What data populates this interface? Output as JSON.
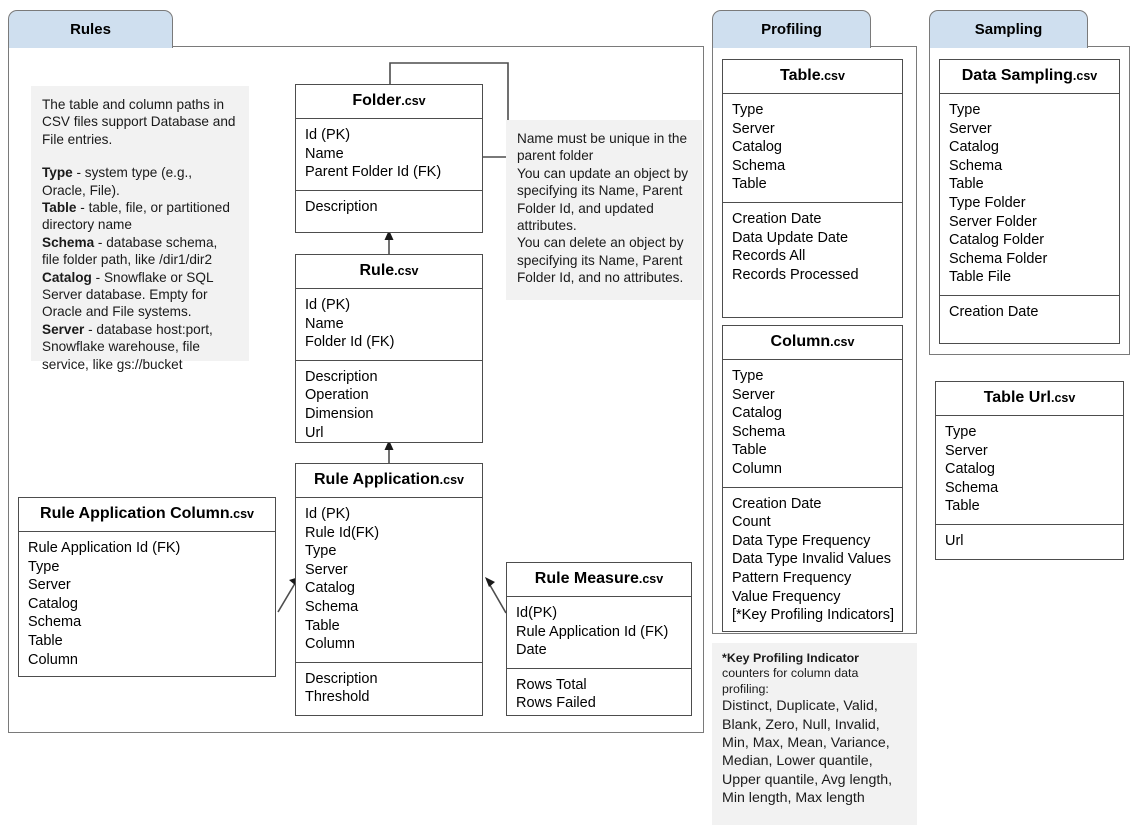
{
  "lanes": [
    {
      "title": "Rules"
    },
    {
      "title": "Profiling"
    },
    {
      "title": "Sampling"
    }
  ],
  "entities": {
    "folder": {
      "title": "Folder",
      "ext": ".csv",
      "keys": [
        "Id (PK)",
        "Name",
        "Parent Folder Id (FK)"
      ],
      "attributes": [
        "Description"
      ]
    },
    "rule": {
      "title": "Rule",
      "ext": ".csv",
      "keys": [
        "Id (PK)",
        "Name",
        "Folder Id (FK)"
      ],
      "attributes": [
        "Description",
        "Operation",
        "Dimension",
        "Url"
      ]
    },
    "rule_application": {
      "title": "Rule Application",
      "ext": ".csv",
      "keys": [
        "Id (PK)",
        "Rule Id(FK)",
        "Type",
        "Server",
        "Catalog",
        "Schema",
        "Table",
        "Column"
      ],
      "attributes": [
        "Description",
        "Threshold"
      ]
    },
    "rule_application_column": {
      "title": "Rule Application Column",
      "ext": ".csv",
      "keys": [
        "Rule Application Id (FK)",
        "Type",
        "Server",
        "Catalog",
        "Schema",
        "Table",
        "Column"
      ]
    },
    "rule_measure": {
      "title": "Rule Measure",
      "ext": ".csv",
      "keys": [
        "Id(PK)",
        "Rule Application Id (FK)",
        "Date"
      ],
      "attributes": [
        "Rows Total",
        "Rows Failed"
      ]
    },
    "table": {
      "title": "Table",
      "ext": ".csv",
      "keys": [
        "Type",
        "Server",
        "Catalog",
        "Schema",
        "Table"
      ],
      "attributes": [
        "Creation Date",
        "Data Update Date",
        "Records All",
        "Records Processed"
      ]
    },
    "column": {
      "title": "Column",
      "ext": ".csv",
      "keys": [
        "Type",
        "Server",
        "Catalog",
        "Schema",
        "Table",
        "Column"
      ],
      "attributes": [
        "Creation Date",
        "Count",
        "Data Type Frequency",
        "Data Type Invalid Values",
        "Pattern Frequency",
        "Value Frequency",
        "[*Key Profiling Indicators]"
      ]
    },
    "data_sampling": {
      "title": "Data Sampling",
      "ext": ".csv",
      "keys": [
        "Type",
        "Server",
        "Catalog",
        "Schema",
        "Table",
        "Type Folder",
        "Server Folder",
        "Catalog Folder",
        "Schema Folder",
        "Table File"
      ],
      "attributes": [
        "Creation Date"
      ]
    },
    "table_url": {
      "title": "Table Url",
      "ext": ".csv",
      "keys": [
        "Type",
        "Server",
        "Catalog",
        "Schema",
        "Table"
      ],
      "attributes": [
        "Url"
      ]
    }
  },
  "notes": {
    "paths": {
      "intro": "The table and column paths in CSV files support  Database and File entries.",
      "terms": [
        {
          "term": "Type",
          "desc": " - system type (e.g., Oracle, File)."
        },
        {
          "term": "Table",
          "desc": " - table, file, or partitioned directory name"
        },
        {
          "term": "Schema",
          "desc": " - database schema, file folder path, like /dir1/dir2"
        },
        {
          "term": "Catalog",
          "desc": " - Snowflake or SQL Server database. Empty for Oracle and File systems."
        },
        {
          "term": "Server",
          "desc": " - database host:port, Snowflake warehouse, file service, like gs://bucket"
        }
      ]
    },
    "folder_rules": {
      "line1": "Name must be unique in the parent folder",
      "line2": "You can update an object by specifying its Name, Parent Folder Id, and updated attributes.",
      "line3": "You can delete an object by specifying its Name, Parent Folder Id, and no attributes."
    },
    "kpi": {
      "heading": "*Key Profiling Indicator",
      "subheading": "counters for column data profiling:",
      "list": "Distinct, Duplicate, Valid, Blank, Zero, Null, Invalid, Min, Max, Mean, Variance, Median, Lower quantile, Upper quantile, Avg length, Min length, Max length"
    }
  },
  "colors": {
    "tab_fill": "#cfdfef",
    "border": "#4d4d4d",
    "lane_border": "#7a7a7a",
    "note_fill": "#f2f2f2"
  }
}
